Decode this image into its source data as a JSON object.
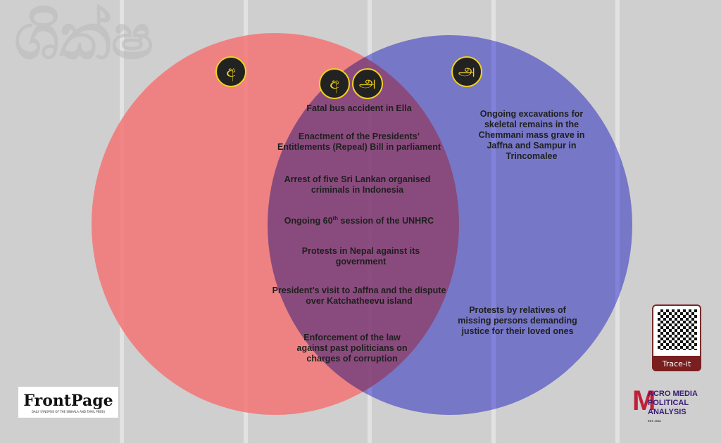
{
  "badges": {
    "sinhala": "අ",
    "tamil": "அ"
  },
  "left_items": [],
  "overlap_items": [
    "Fatal bus accident in Ella",
    "Enactment of the Presidents’ Entitlements (Repeal) Bill in parliament",
    "Arrest of five Sri Lankan organised criminals in Indonesia",
    "Ongoing 60th session of the UNHRC",
    "Protests in Nepal against its government",
    "President’s visit to Jaffna and the dispute over Katchatheevu island",
    "Enforcement of the law against past politicians on charges of corruption"
  ],
  "unhrc": {
    "pre": "Ongoing 60",
    "sup": "th",
    "post": " session of the UNHRC"
  },
  "right_items": [
    "Ongoing excavations for skeletal remains in the Chemmani mass grave in Jaffna and Sampur in Trincomalee",
    "Protests by relatives of missing persons demanding justice for their loved ones"
  ],
  "logos": {
    "frontpage": "FrontPage",
    "frontpage_sub": "DAILY SYNOPSIS OF THE SINHALA AND TAMIL PRESS",
    "qr_label": "Trace-it",
    "acro_m": "M",
    "acro_lines": [
      "ACRO MEDIA",
      "POLITICAL",
      "ANALYSIS"
    ],
    "acro_est": "EST. 2018"
  },
  "colors": {
    "sinhala_circle": "#f27878",
    "tamil_circle": "#8080f5",
    "badge_ring": "#f2d21b"
  }
}
